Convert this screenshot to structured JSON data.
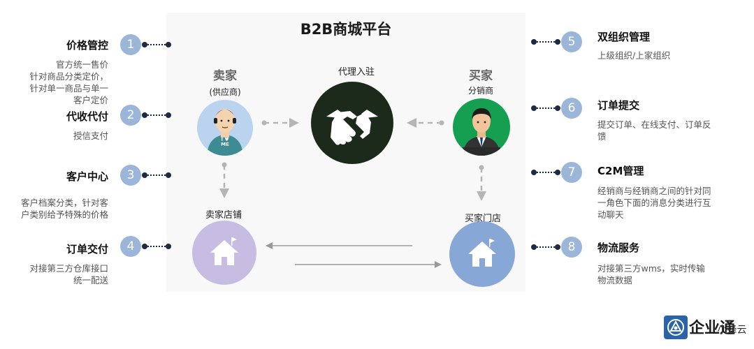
{
  "title": "B2B商城平台",
  "features": [
    {
      "num": "1",
      "title": "价格管控",
      "desc": [
        "官方统一售价",
        "针对商品分类定价，",
        "针对单一商品与单一",
        "客户定价"
      ]
    },
    {
      "num": "2",
      "title": "代收代付",
      "desc": [
        "授信支付"
      ]
    },
    {
      "num": "3",
      "title": "客户中心",
      "desc": [
        "客户档案分类，针对客",
        "户类别给予特殊的价格"
      ]
    },
    {
      "num": "4",
      "title": "订单交付",
      "desc": [
        "对接第三方仓库接口",
        "统一配送"
      ]
    },
    {
      "num": "5",
      "title": "双组织管理",
      "desc": [
        "上级组织/上家组织"
      ]
    },
    {
      "num": "6",
      "title": "订单提交",
      "desc": [
        "提交订单、在线支付、订单反",
        "馈"
      ]
    },
    {
      "num": "7",
      "title": "C2M管理",
      "desc": [
        "经销商与经销商之间的针对同",
        "一角色下面的消息分类进行互",
        "动聊天"
      ]
    },
    {
      "num": "8",
      "title": "物流服务",
      "desc": [
        "对接第三方wms，实时传输",
        "物流数据"
      ]
    }
  ],
  "seller": {
    "role": "卖家",
    "sub": "(供应商)",
    "shirt_text": "I ♥ ME"
  },
  "buyer": {
    "role": "买家",
    "sub": "分销商"
  },
  "agent_label": "代理入驻",
  "seller_store_label": "卖家店铺",
  "buyer_store_label": "买家门店",
  "logo": {
    "main": "企业通",
    "sub": "·小蜂云"
  },
  "colors": {
    "num_circle": "#9cb6d9",
    "seller_bg": "#bcd3f0",
    "buyer_bg": "#14a050",
    "handshake_bg": "#1c2a1c",
    "seller_store_bg": "#c7bde3",
    "buyer_store_bg": "#87a8d6",
    "arrow_gray": "#b5b5b5",
    "connector": "#1e2a44"
  }
}
